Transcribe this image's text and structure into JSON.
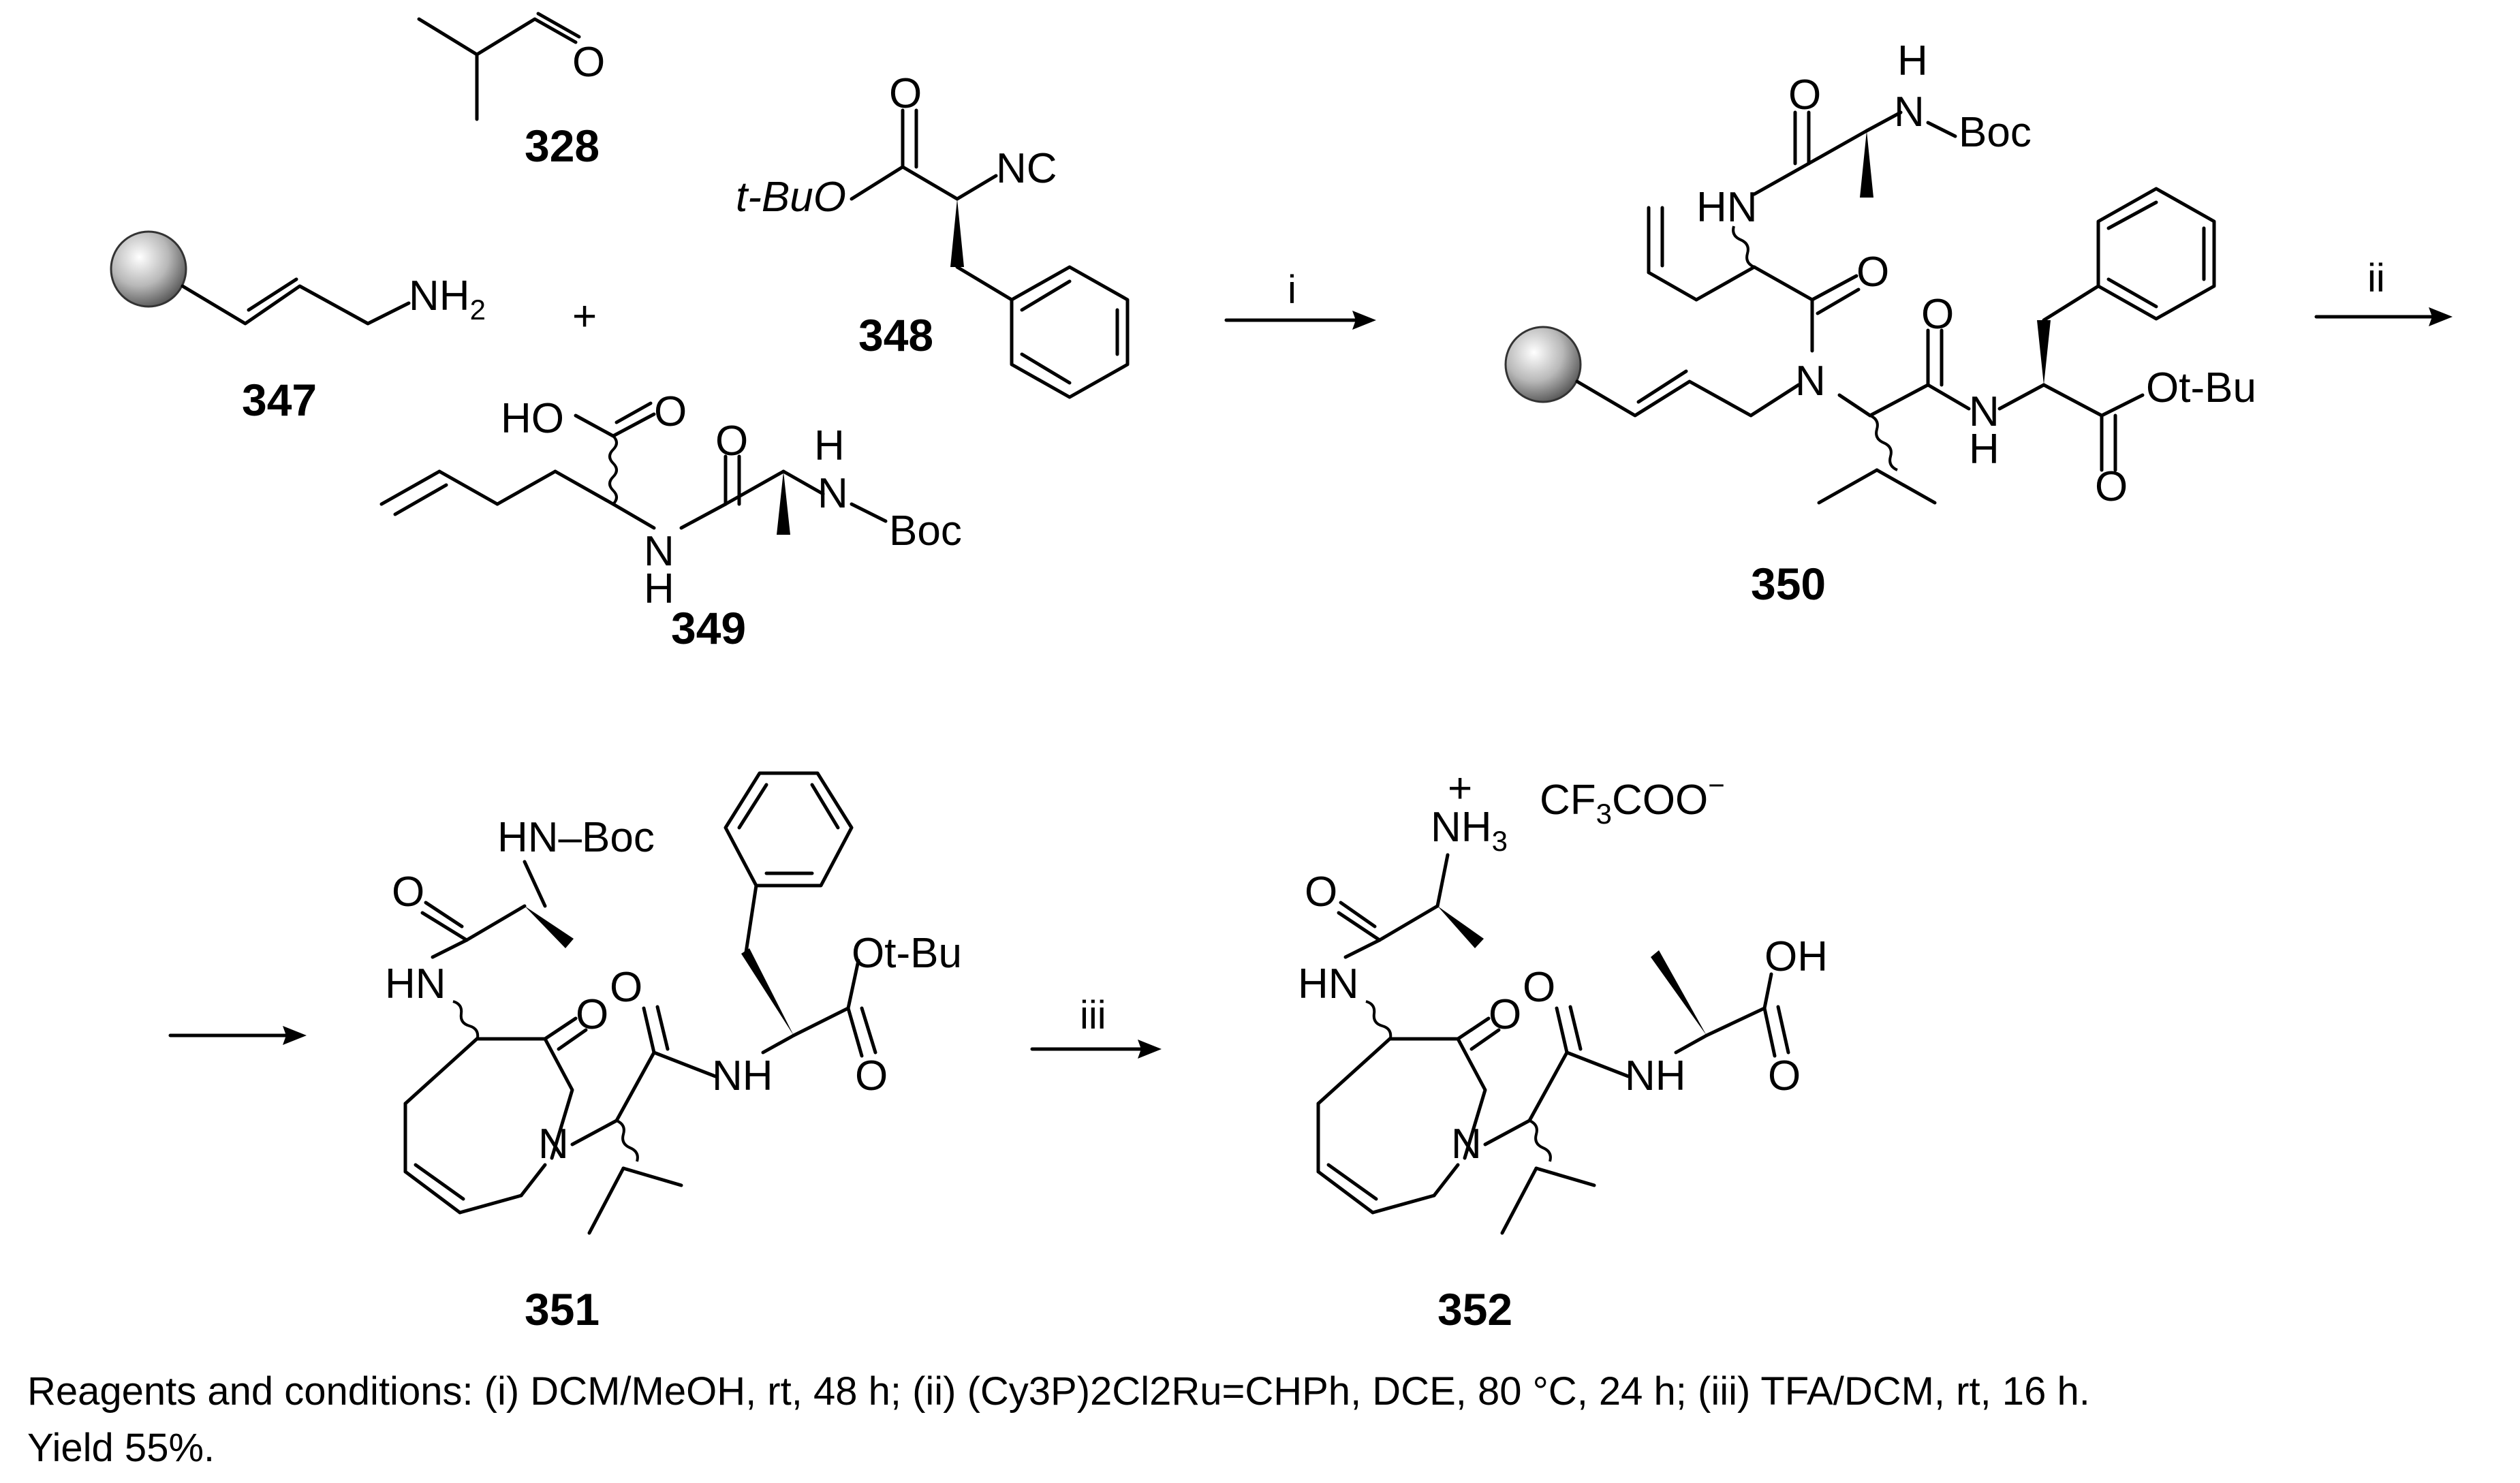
{
  "compounds": {
    "c328": "328",
    "c347": "347",
    "c348": "348",
    "c349": "349",
    "c350": "350",
    "c351": "351",
    "c352": "352"
  },
  "atoms": {
    "O": "O",
    "NH2": "NH",
    "sub2": "2",
    "NC": "NC",
    "tBuO": "t-BuO",
    "HO": "HO",
    "H": "H",
    "N": "N",
    "Boc": "Boc",
    "HN": "HN",
    "Ot_Bu": "Ot-Bu",
    "NH": "NH",
    "HN_Boc": "HN–Boc",
    "NH3": "NH",
    "sub3": "3",
    "plus_charge": "+",
    "minus_charge": "−",
    "CF": "CF",
    "COO": "COO",
    "OH": "OH"
  },
  "plus_sign": "+",
  "reaction_conditions": {
    "step_i": "i",
    "step_ii": "ii",
    "step_iii": "iii"
  },
  "caption": {
    "line1": "Reagents and conditions: (i) DCM/MeOH, rt, 48 h; (ii) (Cy3P)2Cl2Ru=CHPh, DCE, 80 °C, 24 h; (iii) TFA/DCM, rt, 16 h.",
    "line2": "Yield 55%."
  },
  "colors": {
    "bond": "#000000",
    "text": "#000000",
    "background": "#ffffff",
    "resin_bead": "#9a9a9a"
  }
}
